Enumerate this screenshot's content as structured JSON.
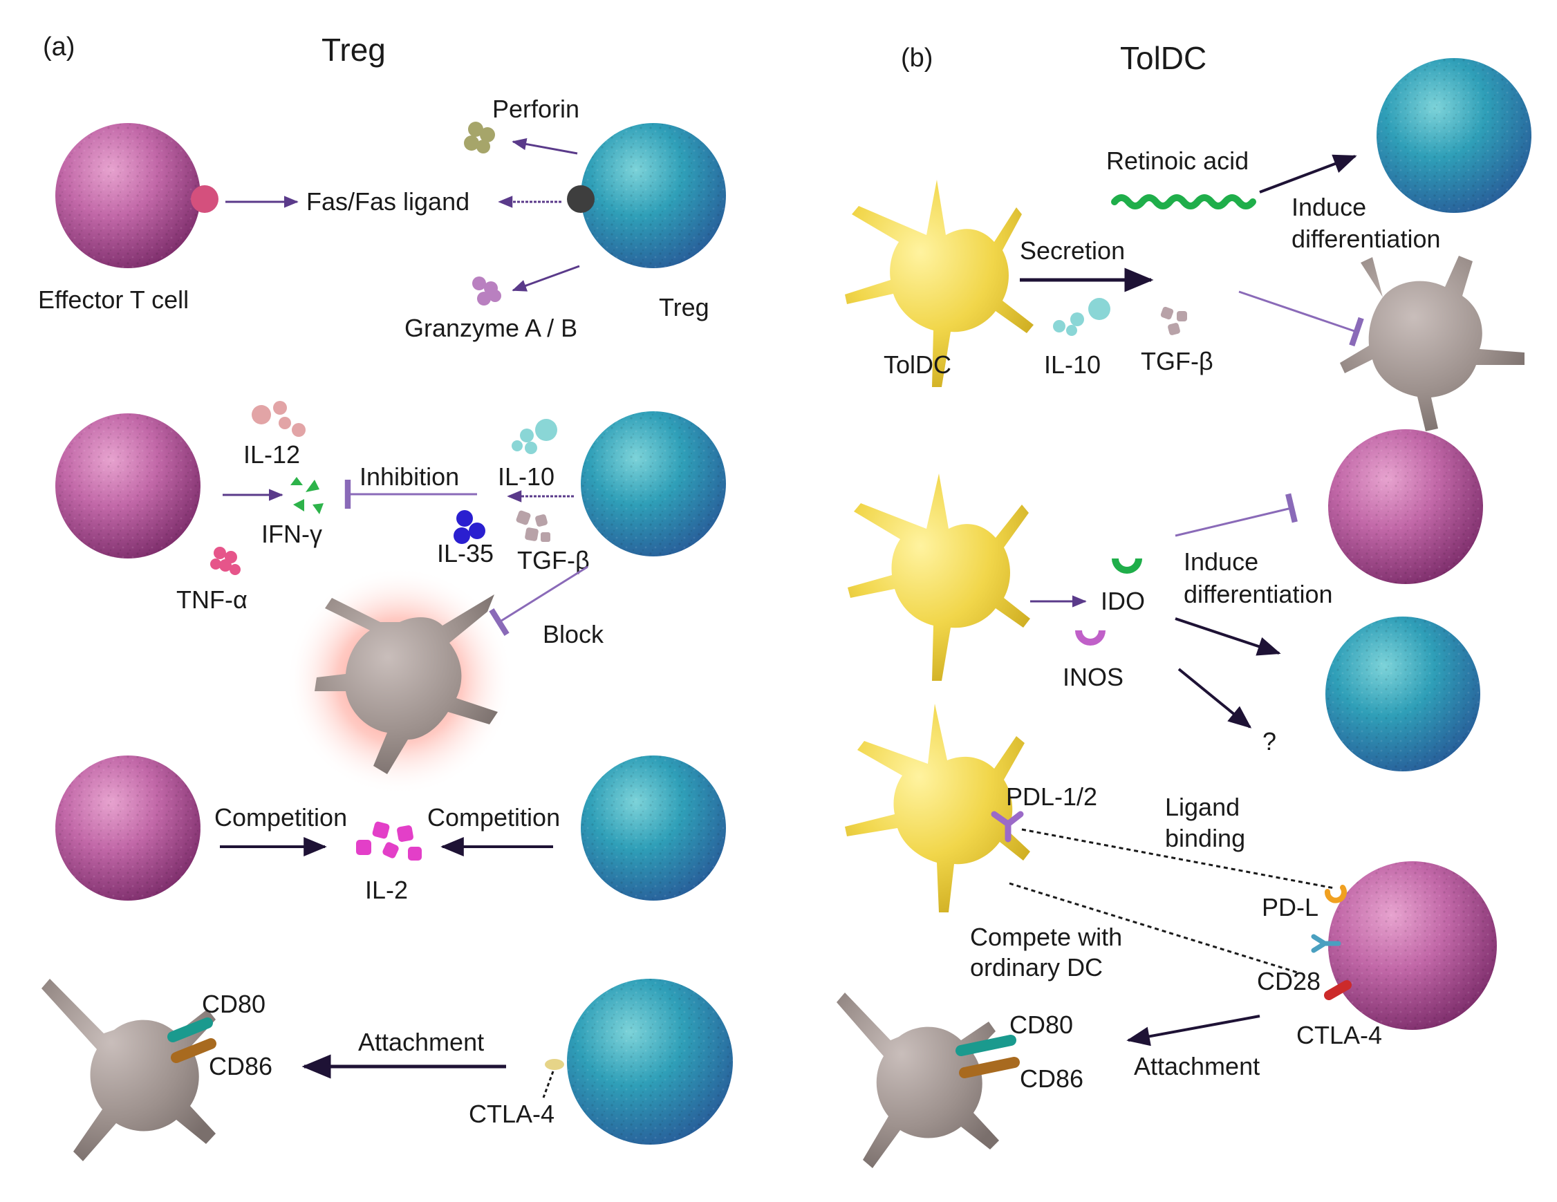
{
  "panel_a": {
    "tag": "(a)",
    "title": "Treg",
    "row1": {
      "effector_label": "Effector T cell",
      "fas_label": "Fas/Fas ligand",
      "perforin_label": "Perforin",
      "granzyme_label": "Granzyme A / B",
      "treg_label": "Treg"
    },
    "row2": {
      "il12_label": "IL-12",
      "ifn_label": "IFN-γ",
      "tnf_label": "TNF-α",
      "inhibition_label": "Inhibition",
      "il10_label": "IL-10",
      "il35_label": "IL-35",
      "tgf_label": "TGF-β",
      "block_label": "Block"
    },
    "row3": {
      "competition_left_label": "Competition",
      "competition_right_label": "Competition",
      "il2_label": "IL-2"
    },
    "row4": {
      "cd80_label": "CD80",
      "cd86_label": "CD86",
      "attachment_label": "Attachment",
      "ctla4_label": "CTLA-4"
    }
  },
  "panel_b": {
    "tag": "(b)",
    "title": "TolDC",
    "row1": {
      "retinoic_label": "Retinoic acid",
      "induce_label": "Induce",
      "differentiation_label": "differentiation",
      "secretion_label": "Secretion",
      "toldc_label": "TolDC",
      "il10_label": "IL-10",
      "tgf_label": "TGF-β"
    },
    "row2": {
      "ido_label": "IDO",
      "inos_label": "INOS",
      "induce_label": "Induce",
      "differentiation_label": "differentiation",
      "question_label": "?"
    },
    "row3": {
      "pdl_label": "PDL-1/2",
      "ligand_label": "Ligand",
      "binding_label": "binding",
      "pd_l_label": "PD-L",
      "compete_label": "Compete with",
      "ordinary_label": "ordinary DC",
      "cd28_label": "CD28",
      "ctla4_label": "CTLA-4",
      "cd80_label": "CD80",
      "cd86_label": "CD86",
      "attachment_label": "Attachment"
    }
  },
  "colors": {
    "effector_cell": "#b5588f",
    "treg_cell": "#2f8fb0",
    "toldc_cell": "#f1d64a",
    "dc_cell": "#9b8e8a",
    "arrow_dark": "#1e1235",
    "arrow_purple": "#6a4a9a",
    "retinoic_green": "#1fae4a",
    "il2_magenta": "#e33fc8",
    "il35_blue": "#2a1fd0",
    "il10_cyan": "#8ad6d6",
    "cd80_teal": "#1a9a8e",
    "cd86_brown": "#a86a1f",
    "ctla4_red": "#cc2a2a"
  }
}
